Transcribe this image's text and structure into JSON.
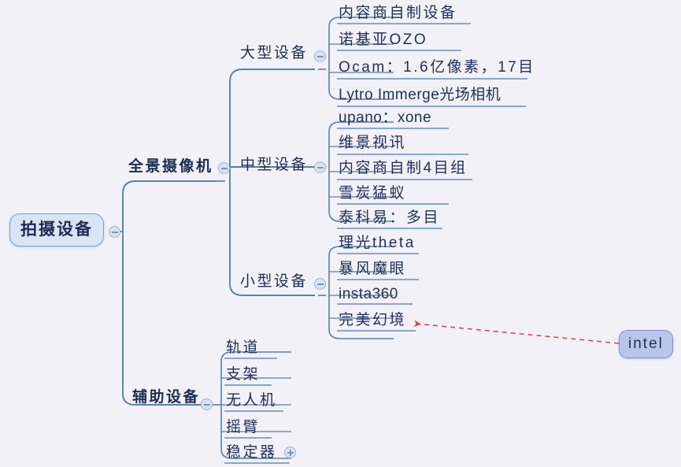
{
  "diagram": {
    "title": "拍摄设备",
    "type": "mindmap",
    "background_color": "#f1f1f7",
    "root": {
      "label": "拍摄设备",
      "fill": "#d9e5f6",
      "border": "#7e9dc9"
    },
    "callout": {
      "label": "intel",
      "fill": "#b9c6ec",
      "border": "#7e8fc8",
      "arrow_color": "#d24a5a",
      "arrow_style": "dashed",
      "points_to": "完美幻境"
    },
    "branches": [
      {
        "label": "全景摄像机",
        "bold": true,
        "marker": "collapse",
        "children": [
          {
            "label": "大型设备",
            "marker": "collapse",
            "leaves": [
              {
                "label": "内容商自制设备",
                "script": "cjk"
              },
              {
                "label": "诺基亚OZO",
                "script": "cjk"
              },
              {
                "label": "Ocam：1.6亿像素，17目",
                "script": "cjk"
              },
              {
                "label": "Lytro Immerge光场相机",
                "script": "latin"
              }
            ]
          },
          {
            "label": "中型设备",
            "marker": "collapse",
            "leaves": [
              {
                "label": "upano：xone",
                "script": "latin"
              },
              {
                "label": "维景视讯",
                "script": "cjk"
              },
              {
                "label": "内容商自制4目组",
                "script": "cjk"
              },
              {
                "label": "雪炭猛蚁",
                "script": "cjk"
              },
              {
                "label": "泰科易：多目",
                "script": "cjk"
              }
            ]
          },
          {
            "label": "小型设备",
            "marker": "collapse",
            "leaves": [
              {
                "label": "理光theta",
                "script": "cjk"
              },
              {
                "label": "暴风魔眼",
                "script": "cjk"
              },
              {
                "label": "insta360",
                "script": "latin"
              },
              {
                "label": "完美幻境",
                "script": "cjk"
              }
            ]
          }
        ]
      },
      {
        "label": "辅助设备",
        "bold": true,
        "marker": "collapse",
        "leaves": [
          {
            "label": "轨道",
            "script": "cjk"
          },
          {
            "label": "支架",
            "script": "cjk"
          },
          {
            "label": "无人机",
            "script": "cjk"
          },
          {
            "label": "摇臂",
            "script": "cjk"
          },
          {
            "label": "稳定器",
            "script": "cjk",
            "marker": "expand"
          }
        ]
      }
    ]
  }
}
